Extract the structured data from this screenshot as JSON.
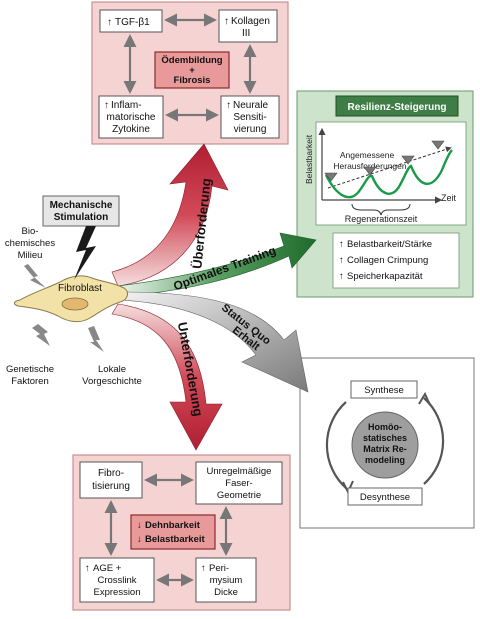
{
  "colors": {
    "panel_red_bg": "#f6d3d3",
    "panel_red_border": "#c98f8f",
    "center_red": "#e89a9a",
    "green_dark": "#3f7d46",
    "green_bg": "#cde3cb",
    "curve_green": "#1a9a4a",
    "arrow_red": "#c8283c",
    "arrow_green": "#2e7a3a",
    "arrow_gray": "#8d8d8d",
    "cell_yellow": "#f3e2a8"
  },
  "top": {
    "tgf": "TGF-β1",
    "kollagen_1": "Kollagen",
    "kollagen_2": "III",
    "center_1": "Ödembildung",
    "center_2": "+",
    "center_3": "Fibrosis",
    "inflam_1": "Inflam-",
    "inflam_2": "matorische",
    "inflam_3": "Zytokine",
    "neural_1": "Neurale",
    "neural_2": "Sensiti-",
    "neural_3": "vierung"
  },
  "bottom": {
    "fibro_1": "Fibro-",
    "fibro_2": "tisierung",
    "unreg_1": "Unregelmäßige",
    "unreg_2": "Faser-",
    "unreg_3": "Geometrie",
    "center_1": "Dehnbarkeit",
    "center_2": "Belastbarkeit",
    "age_1": "AGE +",
    "age_2": "Crosslink",
    "age_3": "Expression",
    "peri_1": "Peri-",
    "peri_2": "mysium",
    "peri_3": "Dicke"
  },
  "resilienz": {
    "title": "Resilienz-Steigerung",
    "y_axis": "Belastbarkeit",
    "x_axis": "Zeit",
    "challenge_1": "Angemessene",
    "challenge_2": "Herausforderungen",
    "regen": "Regenerationszeit",
    "items": [
      "Belastbarkeit/Stärke",
      "Collagen Crimpung",
      "Speicherkapazität"
    ]
  },
  "homeostasis": {
    "synthese": "Synthese",
    "desynthese": "Desynthese",
    "center_1": "Homöo-",
    "center_2": "statisches",
    "center_3": "Matrix Re-",
    "center_4": "modeling"
  },
  "left": {
    "mech_1": "Mechanische",
    "mech_2": "Stimulation",
    "bio_1": "Bio-",
    "bio_2": "chemisches",
    "bio_3": "Milieu",
    "fibroblast": "Fibroblast",
    "gen_1": "Genetische",
    "gen_2": "Faktoren",
    "lok_1": "Lokale",
    "lok_2": "Vorgeschichte"
  },
  "arrows": {
    "ueber": "Überforderung",
    "optimal": "Optimales Training",
    "status_1": "Status Quo",
    "status_2": "Erhalt",
    "unter": "Unterforderung"
  }
}
